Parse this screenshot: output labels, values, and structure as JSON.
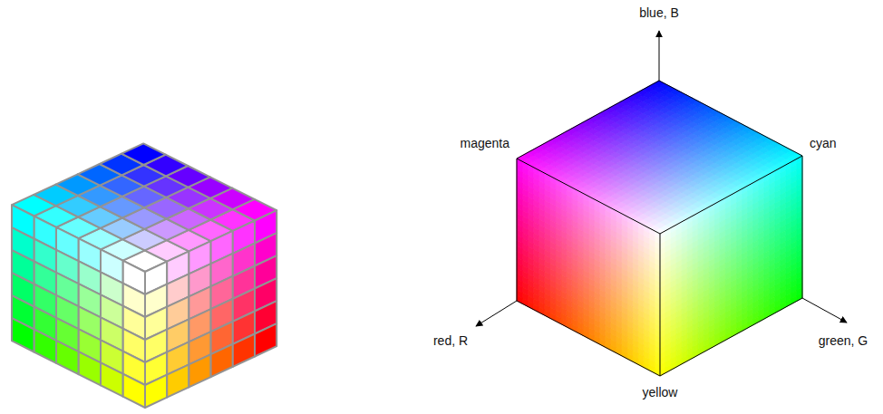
{
  "diagram": {
    "labels": [
      "blue, B",
      "magenta",
      "cyan",
      "red, R",
      "green, G",
      "yellow"
    ]
  }
}
